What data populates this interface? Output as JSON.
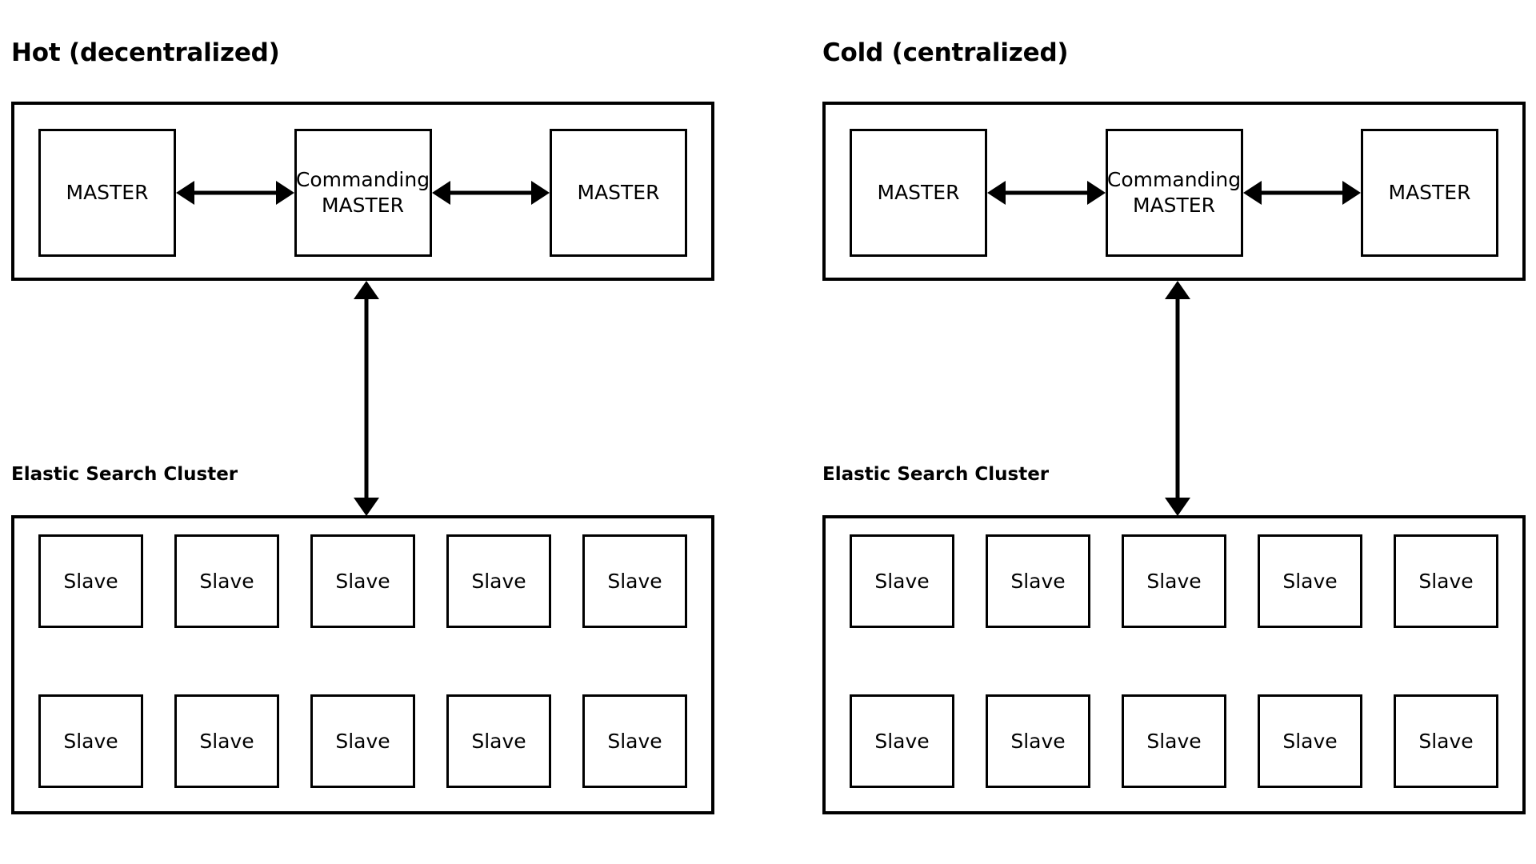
{
  "colors": {
    "background": "#ffffff",
    "stroke": "#000000",
    "text": "#000000"
  },
  "panels": [
    {
      "id": "hot",
      "title": "Hot (decentralized)",
      "master_group": {
        "nodes": [
          {
            "label": "MASTER",
            "type": "master"
          },
          {
            "label": "Commanding MASTER",
            "type": "commanding-master"
          },
          {
            "label": "MASTER",
            "type": "master"
          }
        ],
        "connectors": [
          {
            "kind": "double-arrow",
            "orientation": "horizontal",
            "from": "MASTER",
            "to": "Commanding MASTER"
          },
          {
            "kind": "double-arrow",
            "orientation": "horizontal",
            "from": "Commanding MASTER",
            "to": "MASTER"
          }
        ]
      },
      "vertical_connector": {
        "kind": "double-arrow",
        "orientation": "vertical",
        "from": "master-group",
        "to": "cluster"
      },
      "cluster": {
        "label": "Elastic Search Cluster",
        "rows": [
          [
            "Slave",
            "Slave",
            "Slave",
            "Slave",
            "Slave"
          ],
          [
            "Slave",
            "Slave",
            "Slave",
            "Slave",
            "Slave"
          ]
        ]
      }
    },
    {
      "id": "cold",
      "title": "Cold (centralized)",
      "master_group": {
        "nodes": [
          {
            "label": "MASTER",
            "type": "master"
          },
          {
            "label": "Commanding MASTER",
            "type": "commanding-master"
          },
          {
            "label": "MASTER",
            "type": "master"
          }
        ],
        "connectors": [
          {
            "kind": "double-arrow",
            "orientation": "horizontal",
            "from": "MASTER",
            "to": "Commanding MASTER"
          },
          {
            "kind": "double-arrow",
            "orientation": "horizontal",
            "from": "Commanding MASTER",
            "to": "MASTER"
          }
        ]
      },
      "vertical_connector": {
        "kind": "double-arrow",
        "orientation": "vertical",
        "from": "master-group",
        "to": "cluster"
      },
      "cluster": {
        "label": "Elastic Search Cluster",
        "rows": [
          [
            "Slave",
            "Slave",
            "Slave",
            "Slave",
            "Slave"
          ],
          [
            "Slave",
            "Slave",
            "Slave",
            "Slave",
            "Slave"
          ]
        ]
      }
    }
  ]
}
